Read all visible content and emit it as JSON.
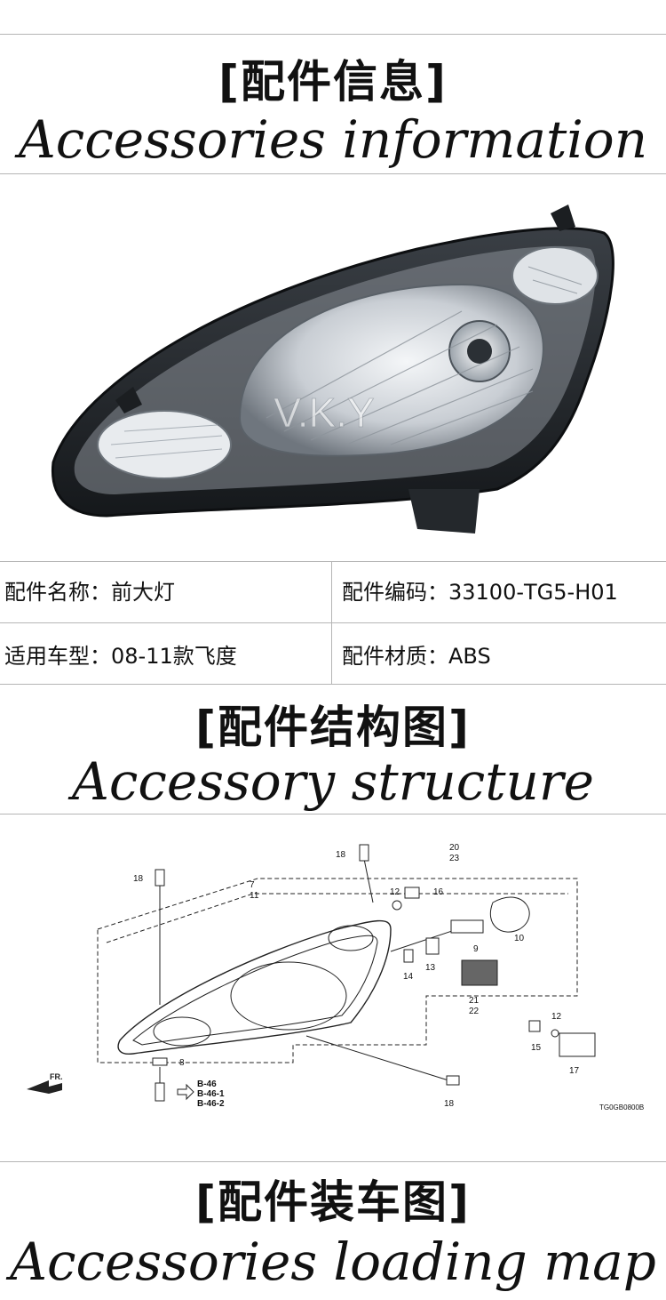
{
  "info_section": {
    "title_cn": "[配件信息]",
    "title_en": "Accessories information"
  },
  "photo": {
    "watermark": "V.K.Y"
  },
  "info": {
    "name": "配件名称：前大灯",
    "code": "配件编码：33100-TG5-H01",
    "fit": "适用车型：08-11款飞度",
    "material": "配件材质：ABS"
  },
  "structure_section": {
    "title_cn": "[配件结构图]",
    "title_en": "Accessory structure"
  },
  "diagram": {
    "part_numbers": [
      "18",
      "20",
      "23",
      "7",
      "11",
      "12",
      "16",
      "9",
      "10",
      "13",
      "14",
      "21",
      "22",
      "8",
      "12",
      "15",
      "17",
      "18",
      "18"
    ],
    "refs": [
      "B-46",
      "B-46-1",
      "B-46-2"
    ],
    "front_label": "FR.",
    "diagram_code": "TG0GB0800B"
  },
  "loading_section": {
    "title_cn": "[配件装车图]",
    "title_en": "Accessories loading map"
  }
}
